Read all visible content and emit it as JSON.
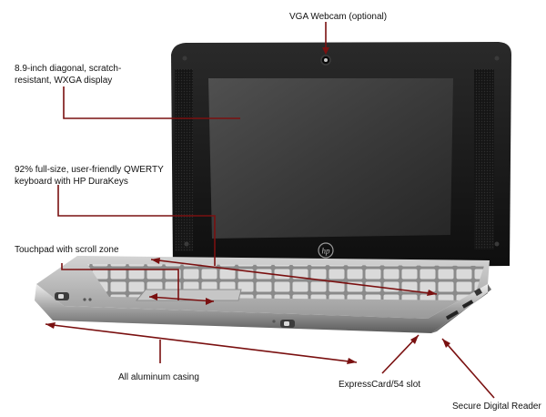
{
  "annotations": {
    "webcam": "VGA Webcam (optional)",
    "display_line1": "8.9-inch diagonal, scratch-",
    "display_line2": "resistant, WXGA display",
    "keyboard_line1": "92% full-size, user-friendly QWERTY",
    "keyboard_line2": "keyboard with HP DuraKeys",
    "touchpad": "Touchpad with scroll zone",
    "casing": "All aluminum casing",
    "expresscard": "ExpressCard/54 slot",
    "sd_reader": "Secure Digital Reader"
  },
  "logo": "hp",
  "colors": {
    "callout_line": "#7a1010",
    "bezel": "#1b1b1b",
    "screen": "#3a3a3a",
    "aluminum": "#b9b9b9"
  }
}
